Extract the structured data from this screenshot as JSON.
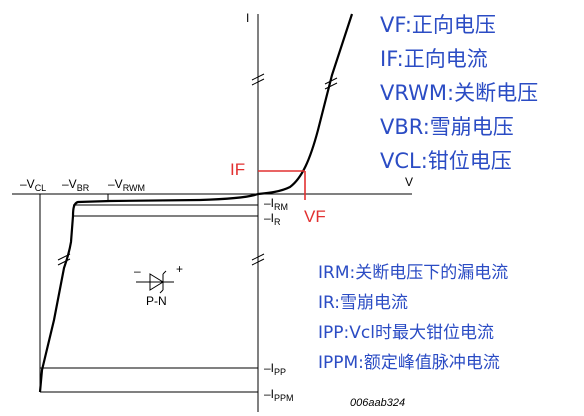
{
  "diagram": {
    "axes": {
      "i_label": "I",
      "v_label": "V"
    },
    "voltage_labels": {
      "vcl_main": "–V",
      "vcl_sub": "CL",
      "vbr_main": "–V",
      "vbr_sub": "BR",
      "vrwm_main": "–V",
      "vrwm_sub": "RWM"
    },
    "current_labels": {
      "irm_main": "–I",
      "irm_sub": "RM",
      "ir_main": "–I",
      "ir_sub": "R",
      "ipp_main": "–I",
      "ipp_sub": "PP",
      "ippm_main": "–I",
      "ippm_sub": "PPM"
    },
    "markers": {
      "if_label": "IF",
      "vf_label": "VF"
    },
    "diode": {
      "label": "P-N",
      "plus": "+",
      "minus": "–"
    },
    "figure_code": "006aab324"
  },
  "legend_top": [
    "VF:正向电压",
    "IF:正向电流",
    "VRWM:关断电压",
    "VBR:雪崩电压",
    "VCL:钳位电压"
  ],
  "legend_bottom": [
    "IRM:关断电压下的漏电流",
    "IR:雪崩电流",
    "IPP:Vcl时最大钳位电流",
    "IPPM:额定峰值脉冲电流"
  ],
  "colors": {
    "legend": "#2b4cc4",
    "marker": "#e23030",
    "line": "#000000"
  }
}
